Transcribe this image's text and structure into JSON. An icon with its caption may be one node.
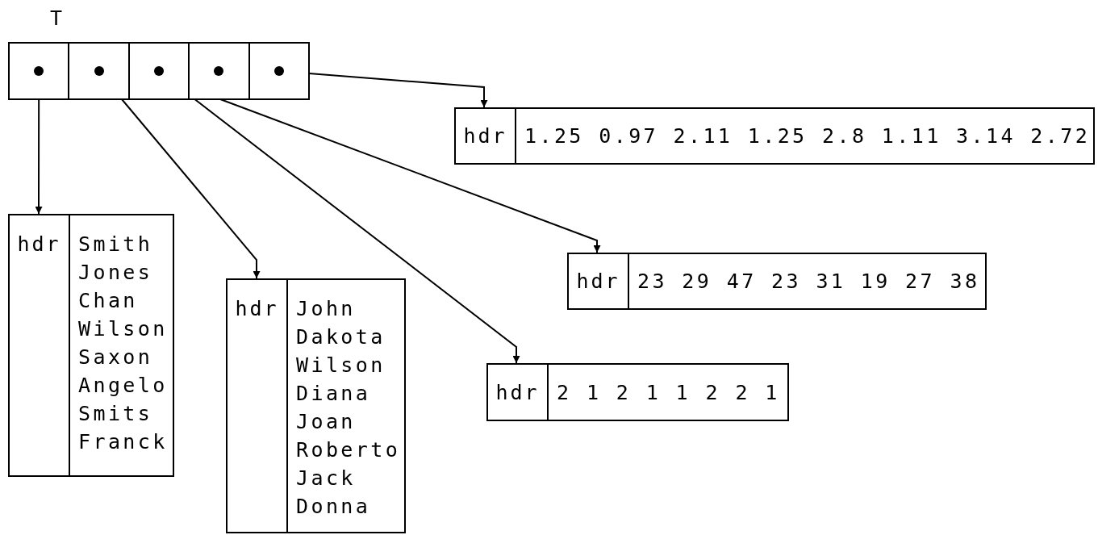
{
  "diagram": {
    "nodes": [
      {
        "text": [],
        "shape": "box",
        "beside": [
          "T"
        ]
      },
      {
        "text": [],
        "shape": "box",
        "in": 0
      },
      {
        "text": [],
        "shape": "box",
        "in": 0
      },
      {
        "text": [],
        "shape": "box",
        "in": 0
      },
      {
        "text": [],
        "shape": "box",
        "in": 0
      },
      {
        "text": [],
        "shape": "box",
        "in": 0
      },
      {
        "text": [
          "hdr",
          "1.25 0.97 2.11 1.25 2.8 1.11 3.14 2.72"
        ]
      },
      {
        "text": [
          "hdr",
          "Smith Jones Chan Wilson Saxon Angelo Smits Franck"
        ]
      },
      {
        "text": [
          "hdr",
          "23 29 47 23 31 19 27 38"
        ]
      },
      {
        "text": [
          "hdr",
          "John Dakota Wilson Diana Joan Roberto Jack Donna"
        ]
      },
      {
        "text": [
          "hdr",
          "2 1 2 1 1 2 2 1"
        ]
      }
    ],
    "edges": [
      {
        "from": 1,
        "to": 7,
        "arrow": "to"
      },
      {
        "from": 2,
        "to": 9,
        "arrow": "to"
      },
      {
        "from": 3,
        "to": 10,
        "arrow": "to"
      },
      {
        "from": 4,
        "to": 8,
        "arrow": "to"
      },
      {
        "from": 5,
        "to": 6,
        "arrow": "to"
      }
    ]
  }
}
